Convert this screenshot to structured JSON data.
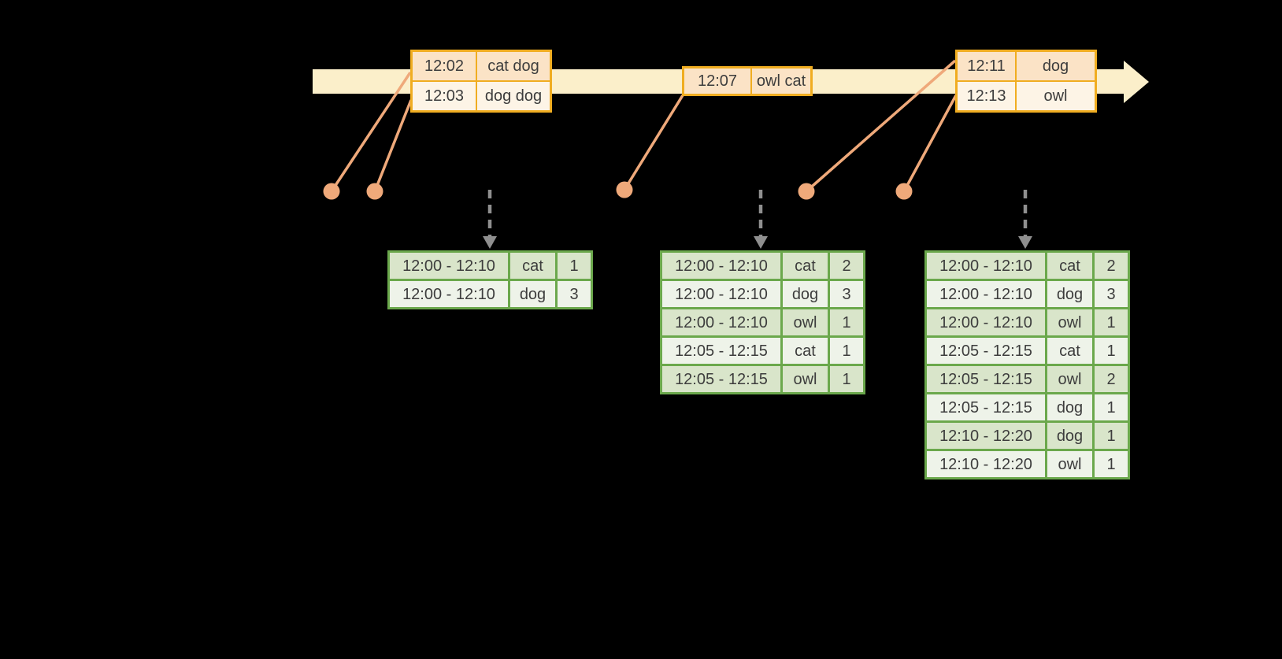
{
  "colors": {
    "background": "#000000",
    "timeline-band": "#FBEFCA",
    "event-border": "#F0AD21",
    "event-row-dark": "#FBE3C6",
    "event-row-light": "#FDF4E6",
    "connector": "#EFA97A",
    "trigger-arrow": "#8F8F8F",
    "table-border": "#6BA84C",
    "table-row-dark": "#D9E5CA",
    "table-row-light": "#EEF3E9",
    "text": "#3D3D3D"
  },
  "timeline": {
    "event_groups": [
      {
        "rows": [
          {
            "time": "12:02",
            "words": "cat dog"
          },
          {
            "time": "12:03",
            "words": "dog dog"
          }
        ]
      },
      {
        "rows": [
          {
            "time": "12:07",
            "words": "owl cat"
          }
        ]
      },
      {
        "rows": [
          {
            "time": "12:11",
            "words": "dog"
          },
          {
            "time": "12:13",
            "words": "owl"
          }
        ]
      }
    ]
  },
  "result_tables": [
    {
      "rows": [
        [
          "12:00 - 12:10",
          "cat",
          "1"
        ],
        [
          "12:00 - 12:10",
          "dog",
          "3"
        ]
      ]
    },
    {
      "rows": [
        [
          "12:00 - 12:10",
          "cat",
          "2"
        ],
        [
          "12:00 - 12:10",
          "dog",
          "3"
        ],
        [
          "12:00 - 12:10",
          "owl",
          "1"
        ],
        [
          "12:05 - 12:15",
          "cat",
          "1"
        ],
        [
          "12:05 - 12:15",
          "owl",
          "1"
        ]
      ]
    },
    {
      "rows": [
        [
          "12:00 - 12:10",
          "cat",
          "2"
        ],
        [
          "12:00 - 12:10",
          "dog",
          "3"
        ],
        [
          "12:00 - 12:10",
          "owl",
          "1"
        ],
        [
          "12:05 - 12:15",
          "cat",
          "1"
        ],
        [
          "12:05 - 12:15",
          "owl",
          "2"
        ],
        [
          "12:05 - 12:15",
          "dog",
          "1"
        ],
        [
          "12:10 - 12:20",
          "dog",
          "1"
        ],
        [
          "12:10 - 12:20",
          "owl",
          "1"
        ]
      ]
    }
  ]
}
